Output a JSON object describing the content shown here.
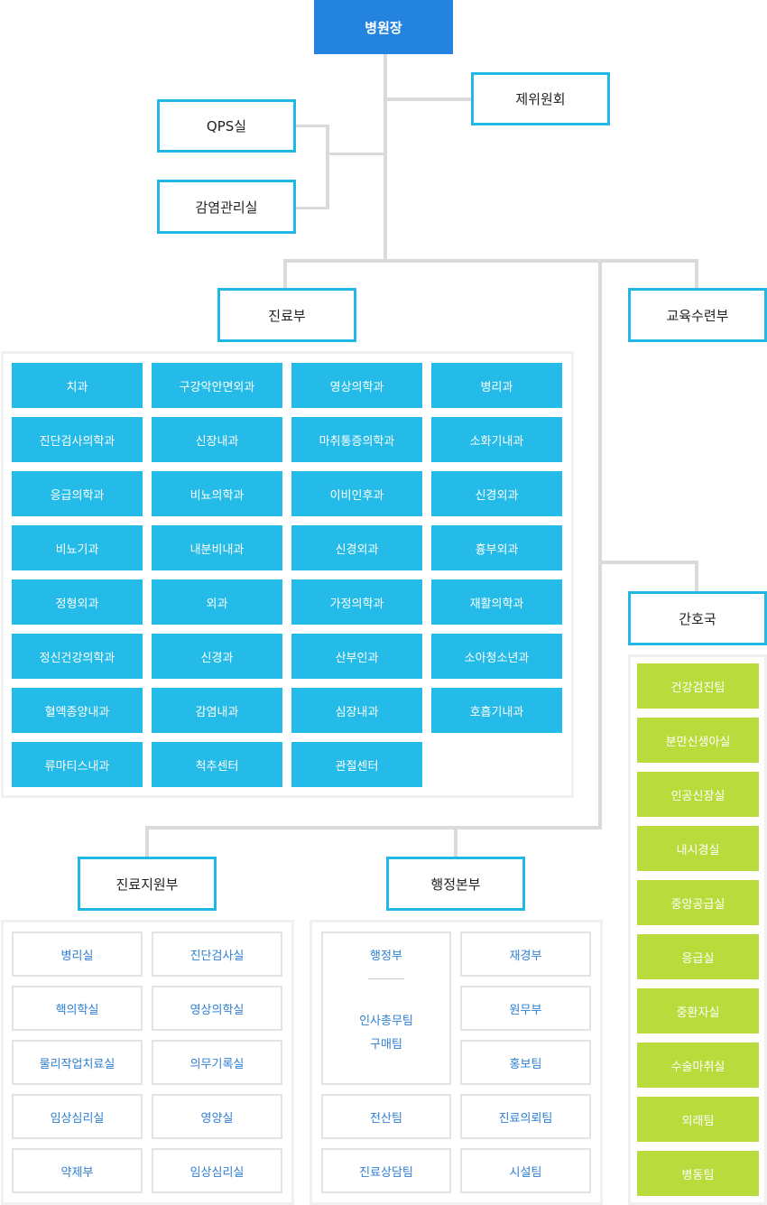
{
  "director": "병원장",
  "committee": "제위원회",
  "qps": "QPS실",
  "infection_control": "감염관리실",
  "medical_dept": {
    "title": "진료부",
    "items": [
      "치과",
      "구강악안면외과",
      "영상의학과",
      "병리과",
      "진단검사의학과",
      "신장내과",
      "마취통증의학과",
      "소화기내과",
      "응급의학과",
      "비뇨의학과",
      "이비인후과",
      "신경외과",
      "비뇨기과",
      "내분비내과",
      "신경외과",
      "흉부외과",
      "정형외과",
      "외과",
      "가정의학과",
      "재활의학과",
      "정신건강의학과",
      "신경과",
      "산부인과",
      "소아청소년과",
      "혈액종양내과",
      "감염내과",
      "심장내과",
      "호흡기내과",
      "류마티스내과",
      "척추센터",
      "관절센터"
    ]
  },
  "education_dept": "교육수련부",
  "nursing": {
    "title": "간호국",
    "items": [
      "건강검진팀",
      "분만신생아실",
      "인공신장실",
      "내시경실",
      "중앙공급실",
      "응급실",
      "중환자실",
      "수술마취실",
      "외래팀",
      "병동팀"
    ]
  },
  "support_dept": {
    "title": "진료지원부",
    "items": [
      "병리실",
      "진단검사실",
      "핵의학실",
      "영상의학실",
      "물리작업치료실",
      "의무기록실",
      "임상심리실",
      "영양실",
      "약제부",
      "임상심리실"
    ]
  },
  "admin_dept": {
    "title": "행정본부",
    "main_unit": "행정부",
    "sub_units": [
      "인사총무팀",
      "구매팀"
    ],
    "items": [
      "재경부",
      "원무부",
      "홍보팀",
      "전산팀",
      "진료의뢰팀",
      "진료상담팀",
      "시설팀"
    ]
  }
}
